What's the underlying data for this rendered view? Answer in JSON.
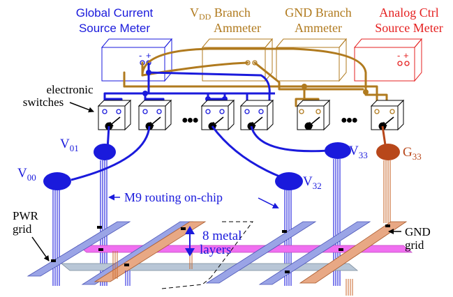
{
  "meters": {
    "global": {
      "line1": "Global Current",
      "line2": "Source Meter"
    },
    "vdd": {
      "line1_prefix": "V",
      "line1_sub": "DD",
      "line1_rest": " Branch",
      "line2": "Ammeter"
    },
    "gnd": {
      "line1": "GND Branch",
      "line2": "Ammeter"
    },
    "analog": {
      "line1": "Analog Ctrl",
      "line2": "Source Meter"
    },
    "terminal_minus": "-",
    "terminal_plus": "+"
  },
  "labels": {
    "switches_line1": "electronic",
    "switches_line2": "switches",
    "ellipsis": "●●●",
    "v01_main": "V",
    "v01_sub": "01",
    "v00_main": "V",
    "v00_sub": "00",
    "v32_main": "V",
    "v32_sub": "32",
    "v33_main": "V",
    "v33_sub": "33",
    "g33_main": "G",
    "g33_sub": "33",
    "routing": "M9 routing on-chip",
    "pwr_line1": "PWR",
    "pwr_line2": "grid",
    "metal_line1": "8 metal",
    "metal_line2": "layers",
    "gnd_line1": "GND",
    "gnd_line2": "grid"
  },
  "colors": {
    "blue": "#1a1adc",
    "brown": "#b07a1e",
    "red": "#e52020",
    "g33_fill": "#b8471a",
    "pwr_fill": "#9aa4e6",
    "gnd_fill": "#e8a884",
    "pink": "#f06ff0",
    "gray": "#b8c6d6"
  }
}
